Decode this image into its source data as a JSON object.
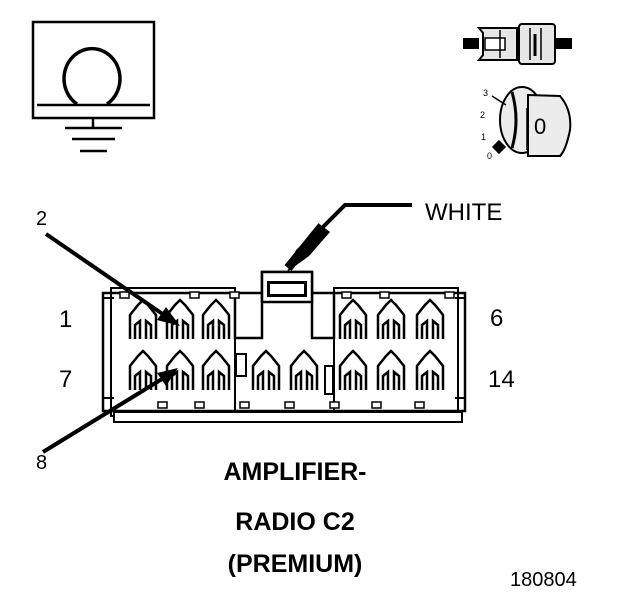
{
  "connector": {
    "color_label": "WHITE",
    "pin_labels": {
      "top_left": "1",
      "top_right": "6",
      "bottom_left": "7",
      "bottom_right": "14",
      "callout_upper": "2",
      "callout_lower": "8"
    },
    "title_lines": [
      "AMPLIFIER-",
      "RADIO C2",
      "(PREMIUM)"
    ],
    "figure_number": "180804"
  },
  "ignition_scale": [
    "3",
    "2",
    "1",
    "0"
  ],
  "key_label": "0",
  "icons": [
    "ground-ohm-symbol-icon",
    "connector-plug-icon",
    "ignition-key-switch-icon"
  ],
  "colors": {
    "ink": "#000000",
    "paper": "#ffffff",
    "shade": "#d8d8d8"
  }
}
